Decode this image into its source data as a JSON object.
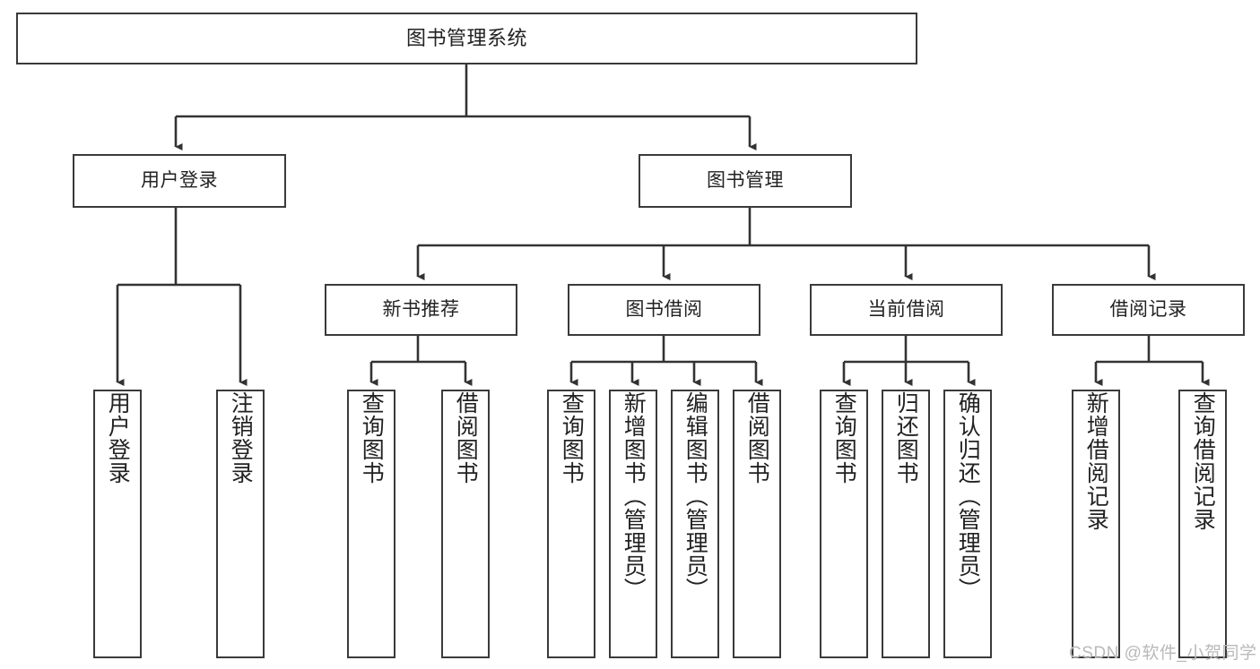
{
  "diagram": {
    "title": "图书管理系统",
    "type": "tree",
    "theme": {
      "background": "#ffffff",
      "box_border": "#3a3a3a",
      "box_fill": "#ffffff",
      "text": "#222222",
      "connector": "#333333",
      "watermark": "#b9b9b9"
    },
    "watermark": "CSDN @软件_小贺同学",
    "root": {
      "label": "图书管理系统"
    },
    "level2": [
      {
        "label": "用户登录"
      },
      {
        "label": "图书管理"
      }
    ],
    "level3": [
      {
        "label": "新书推荐"
      },
      {
        "label": "图书借阅"
      },
      {
        "label": "当前借阅"
      },
      {
        "label": "借阅记录"
      }
    ],
    "leaves": {
      "user_login": [
        {
          "label": "用户登录"
        },
        {
          "label": "注销登录"
        }
      ],
      "new_book_recommend": [
        {
          "label": "查询图书"
        },
        {
          "label": "借阅图书"
        }
      ],
      "book_borrow": [
        {
          "label": "查询图书"
        },
        {
          "label": "新增图书（管理员）"
        },
        {
          "label": "编辑图书（管理员）"
        },
        {
          "label": "借阅图书"
        }
      ],
      "current_borrow": [
        {
          "label": "查询图书"
        },
        {
          "label": "归还图书"
        },
        {
          "label": "确认归还（管理员）"
        }
      ],
      "borrow_record": [
        {
          "label": "新增借阅记录"
        },
        {
          "label": "查询借阅记录"
        }
      ]
    }
  }
}
